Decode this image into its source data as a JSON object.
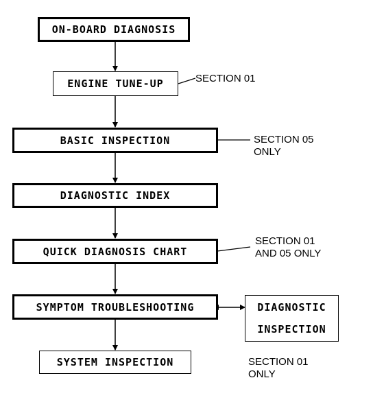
{
  "boxes": {
    "on_board": "ON-BOARD DIAGNOSIS",
    "tune_up": "ENGINE TUNE-UP",
    "basic": "BASIC INSPECTION",
    "index": "DIAGNOSTIC INDEX",
    "quick": "QUICK DIAGNOSIS CHART",
    "symptom": "SYMPTOM TROUBLESHOOTING",
    "system": "SYSTEM INSPECTION",
    "diag_insp_line1": "DIAGNOSTIC",
    "diag_insp_line2": "INSPECTION"
  },
  "notes": {
    "tune_up": "SECTION 01",
    "basic_line1": "SECTION 05",
    "basic_line2": "ONLY",
    "quick_line1": "SECTION 01",
    "quick_line2": "AND 05 ONLY",
    "diag_line1": "SECTION 01",
    "diag_line2": "ONLY"
  }
}
